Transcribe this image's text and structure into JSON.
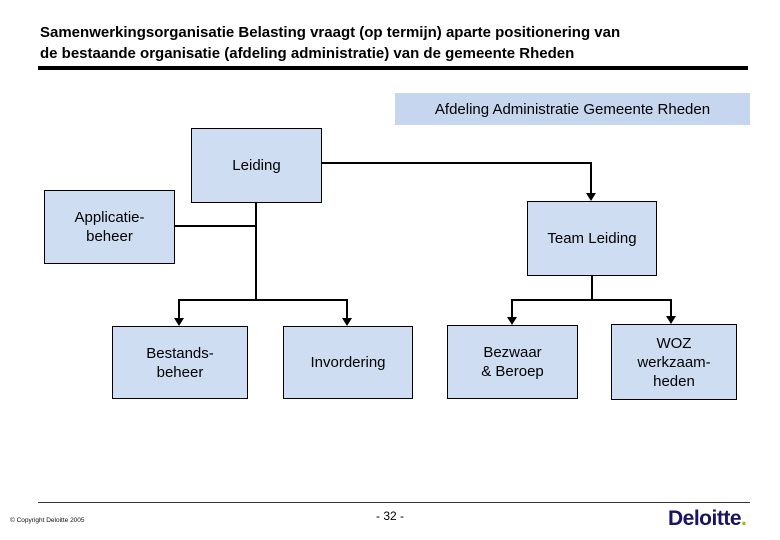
{
  "slide": {
    "title": {
      "line1": "Samenwerkingsorganisatie Belasting vraagt (op termijn) aparte positionering van",
      "line2": "de bestaande organisatie (afdeling administratie) van de gemeente Rheden"
    },
    "header_label": "Afdeling Administratie Gemeente Rheden",
    "org_chart": {
      "nodes": {
        "leiding": {
          "label": "Leiding"
        },
        "applicatiebeheer": {
          "label": "Applicatie-\nbeheer"
        },
        "team_leiding": {
          "label": "Team Leiding"
        },
        "bestandsbeheer": {
          "label": "Bestands-\nbeheer"
        },
        "invordering": {
          "label": "Invordering"
        },
        "bezwaar_beroep": {
          "label": "Bezwaar\n& Beroep"
        },
        "woz_werkzaamheden": {
          "label": "WOZ\nwerkzaam-\nheden"
        }
      },
      "edges": [
        {
          "from": "leiding",
          "to": "team_leiding",
          "arrow": true
        },
        {
          "from": "leiding",
          "to": "applicatiebeheer",
          "arrow": false
        },
        {
          "from": "leiding",
          "to": "bestandsbeheer",
          "arrow": true
        },
        {
          "from": "leiding",
          "to": "invordering",
          "arrow": true
        },
        {
          "from": "team_leiding",
          "to": "bezwaar_beroep",
          "arrow": true
        },
        {
          "from": "team_leiding",
          "to": "woz_werkzaamheden",
          "arrow": true
        }
      ]
    },
    "footer": {
      "copyright": "© Copyright Deloitte 2005",
      "page_number": "- 32 -"
    },
    "logo": {
      "wordmark": "Deloitte",
      "dot": "."
    },
    "colors": {
      "box_fill": "#cfddf2",
      "box_border": "#000000",
      "header_fill": "#c5d6ee",
      "connector": "#000000",
      "logo_navy": "#1a1464",
      "logo_green": "#9fb911"
    }
  }
}
